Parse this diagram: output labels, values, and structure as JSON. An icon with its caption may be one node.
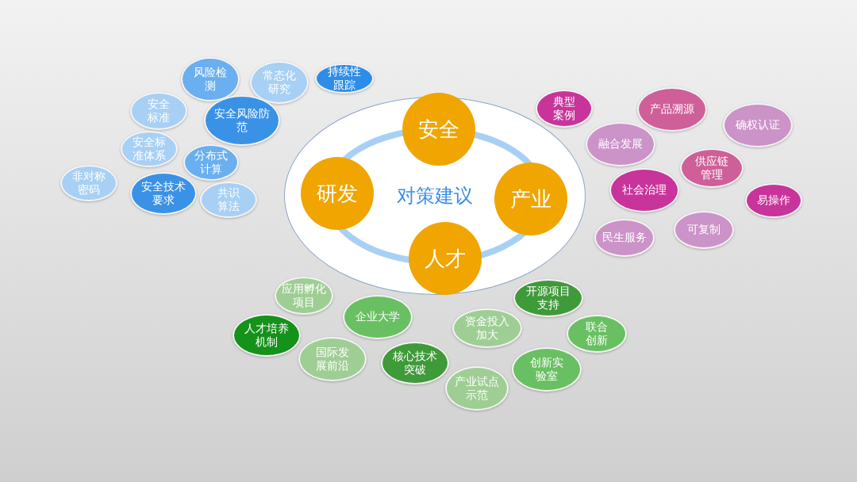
{
  "diagram": {
    "nodes": [
      {
        "text": [
          "对策建议"
        ]
      },
      {
        "text": [
          "安全"
        ],
        "in": 0
      },
      {
        "text": [
          "研发"
        ],
        "in": 0
      },
      {
        "text": [
          "产业"
        ],
        "in": 0
      },
      {
        "text": [
          "人才"
        ],
        "in": 0
      },
      {
        "text": [
          "风险检测"
        ]
      },
      {
        "text": [
          "常态化研究"
        ]
      },
      {
        "text": [
          "持续性跟踪"
        ]
      },
      {
        "text": [
          "安全标准"
        ]
      },
      {
        "text": [
          "安全风险防范"
        ]
      },
      {
        "text": [
          "安全标准体系"
        ]
      },
      {
        "text": [
          "分布式计算"
        ]
      },
      {
        "text": [
          "非对称密码"
        ]
      },
      {
        "text": [
          "安全技术要求"
        ]
      },
      {
        "text": [
          "共识算法"
        ]
      },
      {
        "text": [
          "典型案例"
        ]
      },
      {
        "text": [
          "产品溯源"
        ]
      },
      {
        "text": [
          "确权认证"
        ]
      },
      {
        "text": [
          "融合发展"
        ]
      },
      {
        "text": [
          "供应链管理"
        ]
      },
      {
        "text": [
          "社会治理"
        ]
      },
      {
        "text": [
          "易操作"
        ]
      },
      {
        "text": [
          "民生服务"
        ]
      },
      {
        "text": [
          "可复制"
        ]
      },
      {
        "text": [
          "应用孵化项目"
        ]
      },
      {
        "text": [
          "开源项目支持"
        ]
      },
      {
        "text": [
          "企业大学"
        ]
      },
      {
        "text": [
          "资金投入加大"
        ]
      },
      {
        "text": [
          "人才培养机制"
        ]
      },
      {
        "text": [
          "联合创新"
        ]
      },
      {
        "text": [
          "国际发展前沿"
        ]
      },
      {
        "text": [
          "核心技术突破"
        ]
      },
      {
        "text": [
          "创新实验室"
        ]
      },
      {
        "text": [
          "产业试点示范"
        ]
      }
    ],
    "edges": []
  }
}
